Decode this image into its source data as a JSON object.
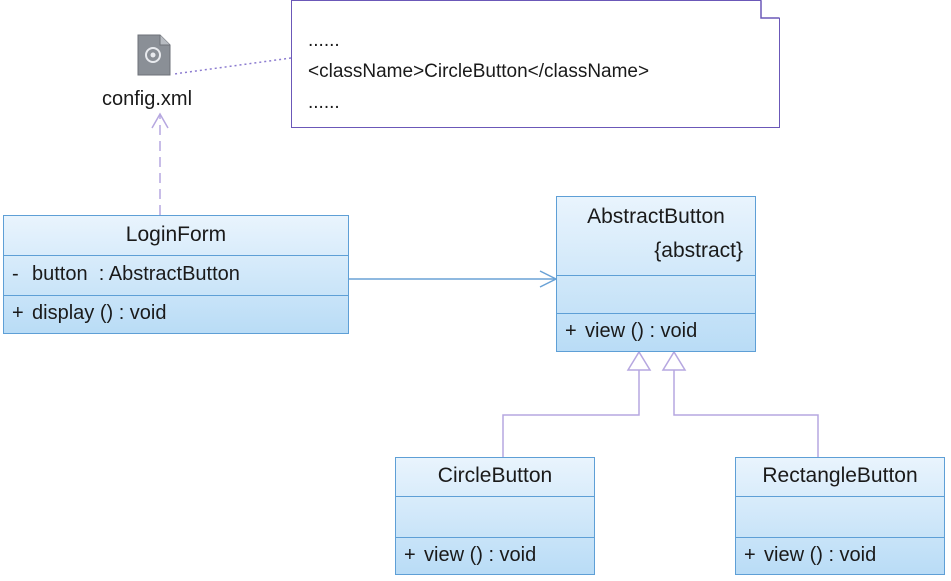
{
  "note": {
    "lines": [
      "......",
      "<className>CircleButton</className>",
      "......"
    ]
  },
  "config_file": {
    "label": "config.xml",
    "icon": "xml-file-icon"
  },
  "classes": {
    "login_form": {
      "name": "LoginForm",
      "attribute": {
        "visibility": "-",
        "text": "button  : AbstractButton"
      },
      "operation": {
        "visibility": "+",
        "text": "display () : void"
      }
    },
    "abstract_button": {
      "name": "AbstractButton",
      "stereotype": "{abstract}",
      "operation": {
        "visibility": "+",
        "text": "view () : void"
      }
    },
    "circle_button": {
      "name": "CircleButton",
      "operation": {
        "visibility": "+",
        "text": "view () : void"
      }
    },
    "rectangle_button": {
      "name": "RectangleButton",
      "operation": {
        "visibility": "+",
        "text": "view () : void"
      }
    }
  },
  "colors": {
    "class_border": "#5e9fd6",
    "class_fill_top": "#e9f4fd",
    "class_fill_bottom": "#b9dcf6",
    "note_border": "#6b58b8",
    "connector": "#b6a7e0"
  }
}
